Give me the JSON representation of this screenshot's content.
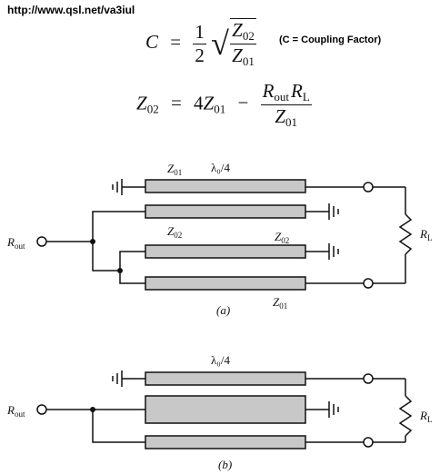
{
  "header": {
    "url": "http://www.qsl.net/va3iul"
  },
  "formula1": {
    "lhs": "C",
    "eq": "=",
    "num": "1",
    "den": "2",
    "rad_num": "Z",
    "rad_num_sub": "02",
    "rad_den": "Z",
    "rad_den_sub": "01"
  },
  "note": "(C = Coupling Factor)",
  "formula2": {
    "lhs": "Z",
    "lhs_sub": "02",
    "eq": "=",
    "coef": "4",
    "term": "Z",
    "term_sub": "01",
    "minus": "−",
    "num_a": "R",
    "num_a_sub": "out",
    "num_b": "R",
    "num_b_sub": "L",
    "den": "Z",
    "den_sub": "01"
  },
  "diagram_a": {
    "caption": "(a)",
    "labels": {
      "z01_top": "Z",
      "z01_top_sub": "01",
      "lambda": "λ₀/4",
      "z02_a": "Z",
      "z02_a_sub": "02",
      "z02_b": "Z",
      "z02_b_sub": "02",
      "z01_bottom": "Z",
      "z01_bottom_sub": "01",
      "rout": "R",
      "rout_sub": "out",
      "rl": "R",
      "rl_sub": "L"
    }
  },
  "diagram_b": {
    "caption": "(b)",
    "labels": {
      "lambda": "λ₀/4",
      "rout": "R",
      "rout_sub": "out",
      "rl": "R",
      "rl_sub": "L"
    }
  }
}
